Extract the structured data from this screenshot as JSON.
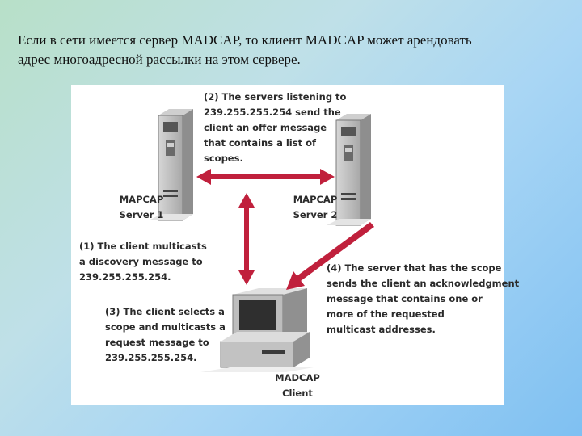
{
  "slide": {
    "line1": "Если в сети имеется сервер MADCAP, то клиент MADCAP может арендовать",
    "line2": "адрес многоадресной рассылки на этом сервере."
  },
  "diagram": {
    "server1": {
      "line1": "MAPCAP",
      "line2": "Server 1"
    },
    "server2": {
      "line1": "MAPCAP",
      "line2": "Server 2"
    },
    "client": {
      "line1": "MADCAP",
      "line2": "Client"
    },
    "step1": [
      "(1) The client multicasts",
      "a discovery message to",
      "239.255.255.254."
    ],
    "step2": [
      "(2) The servers listening to",
      "239.255.255.254 send the",
      "client an offer message",
      "that contains a list of",
      "scopes."
    ],
    "step3": [
      "(3) The client selects a",
      "scope and multicasts a",
      "request message to",
      "239.255.255.254."
    ],
    "step4": [
      "(4) The server that has the scope",
      "sends the client an acknowledgment",
      "message that contains one or",
      "more of the requested",
      "multicast addresses."
    ],
    "colors": {
      "arrow": "#c0203c",
      "device": "#b9b9b9",
      "screen": "#2f2f2f"
    }
  }
}
